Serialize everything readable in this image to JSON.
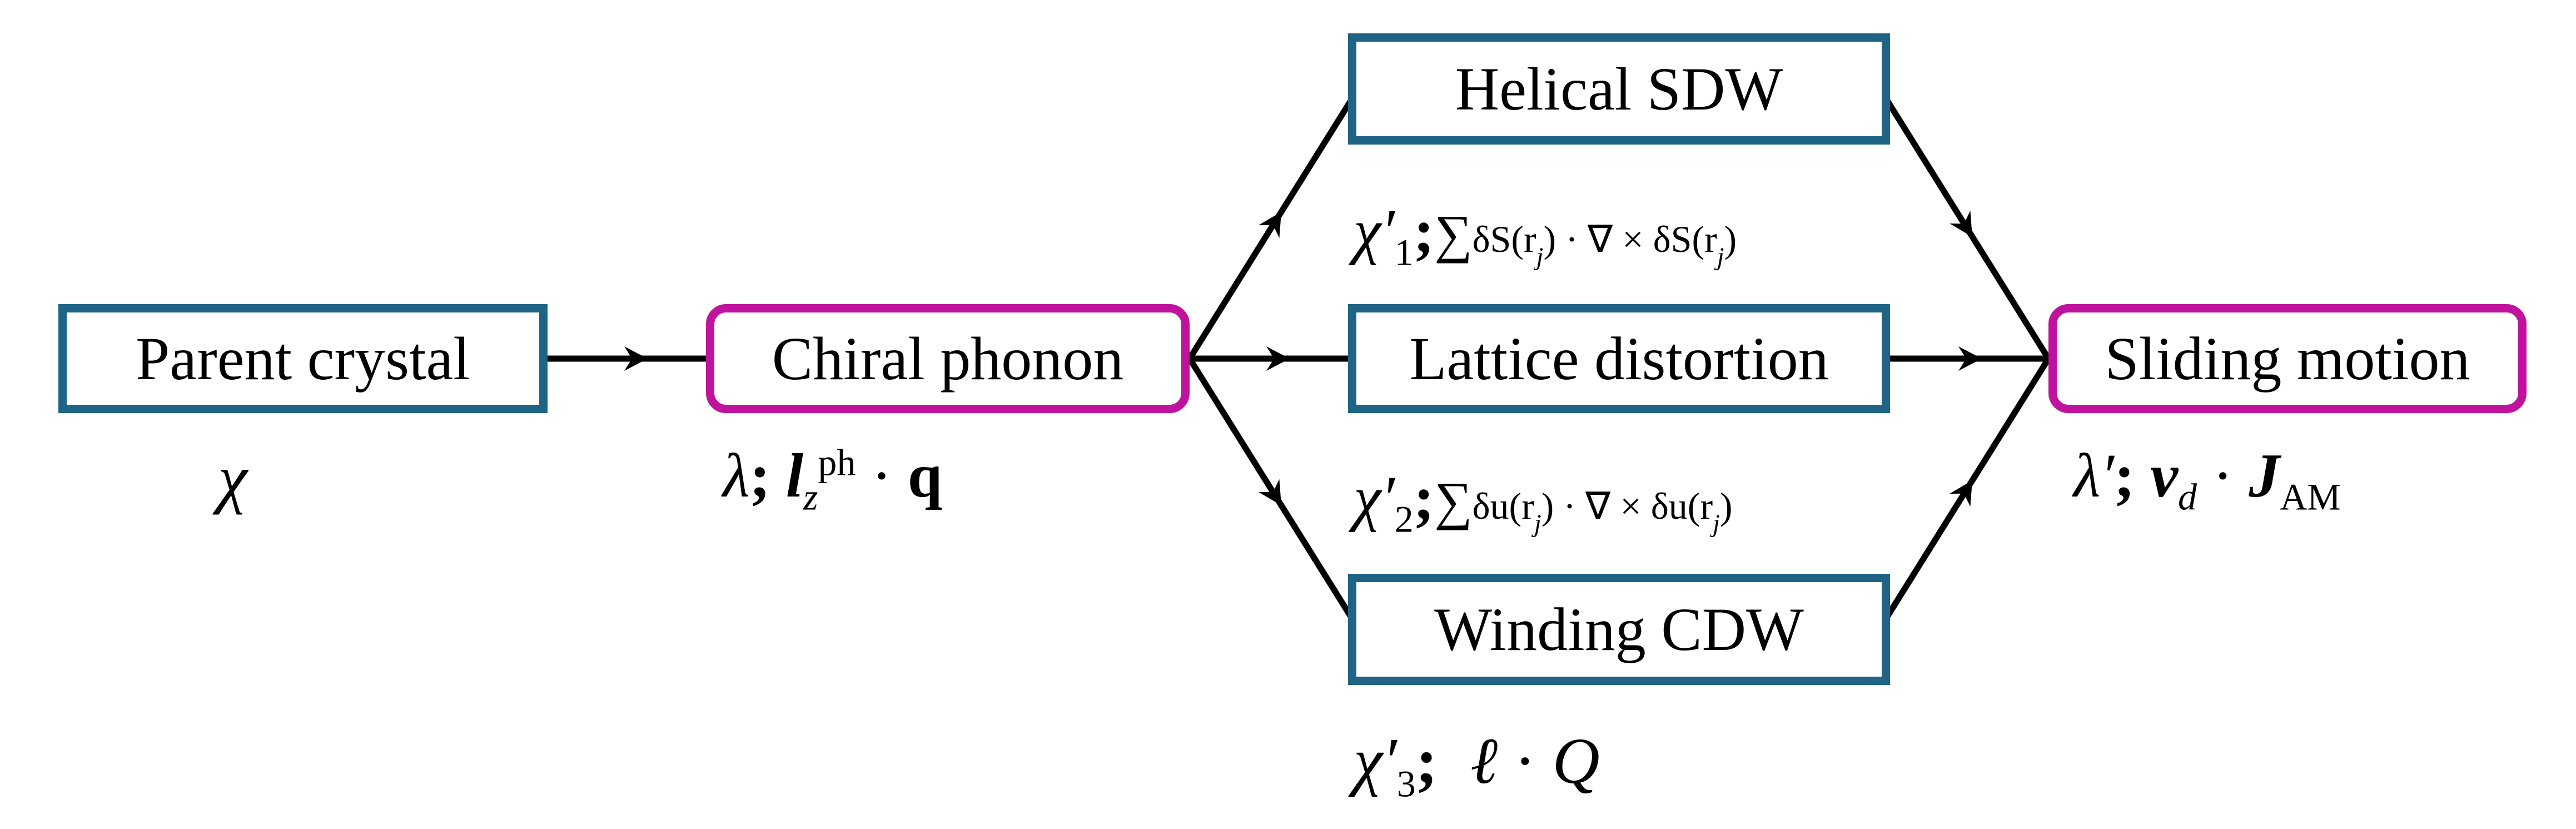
{
  "nodes": {
    "parent": {
      "label": "Parent crystal",
      "annotation": "χ"
    },
    "chiral": {
      "label": "Chiral phonon",
      "annotation": {
        "lambda": "λ",
        "sep": ";",
        "l": "l",
        "sub": "z",
        "sup": "ph",
        "dot": "·",
        "q": "q"
      }
    },
    "helical": {
      "label": "Helical SDW",
      "annotation": {
        "chi": "χ′",
        "sub": "1",
        "sep": ";",
        "sum": "∑",
        "term": "δS(r",
        "j": "j",
        "close": ") · ∇ × δS(r",
        "j2": "j",
        "end": ")"
      }
    },
    "lattice": {
      "label": "Lattice distortion",
      "annotation": {
        "chi": "χ′",
        "sub": "2",
        "sep": ";",
        "sum": "∑",
        "term": "δu(r",
        "j": "j",
        "close": ") · ∇ × δu(r",
        "j2": "j",
        "end": ")"
      }
    },
    "winding": {
      "label": "Winding CDW",
      "annotation": {
        "chi": "χ′",
        "sub": "3",
        "sep": ";",
        "ell": "ℓ",
        "dot": "·",
        "Q": "Q"
      }
    },
    "sliding": {
      "label": "Sliding motion",
      "annotation": {
        "lambda": "λ′",
        "sep": ";",
        "v": "v",
        "vsub": "d",
        "dot": "·",
        "J": "J",
        "Jsub": "AM"
      }
    }
  },
  "colors": {
    "blue_box": "#1f6485",
    "pink_box": "#c0139d",
    "line": "#000000"
  },
  "edges": [
    {
      "from": "parent",
      "to": "chiral"
    },
    {
      "from": "chiral",
      "to": "helical"
    },
    {
      "from": "chiral",
      "to": "lattice"
    },
    {
      "from": "chiral",
      "to": "winding"
    },
    {
      "from": "helical",
      "to": "sliding"
    },
    {
      "from": "lattice",
      "to": "sliding"
    },
    {
      "from": "winding",
      "to": "sliding"
    }
  ]
}
